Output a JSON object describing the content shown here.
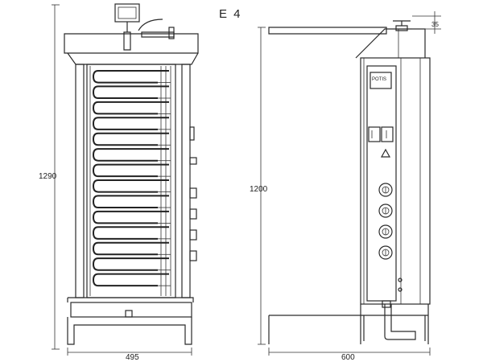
{
  "drawing": {
    "model": "E 4",
    "front_view": {
      "height_dim": "1290",
      "width_dim": "495",
      "heater_rows": 14,
      "knob_count": 4
    },
    "side_view": {
      "height_dim": "1200",
      "depth_dim": "600",
      "top_dim": "35",
      "panel_label": "POTIS",
      "knob_count": 4
    },
    "colors": {
      "line": "#2a2a2a",
      "background": "#ffffff"
    }
  }
}
